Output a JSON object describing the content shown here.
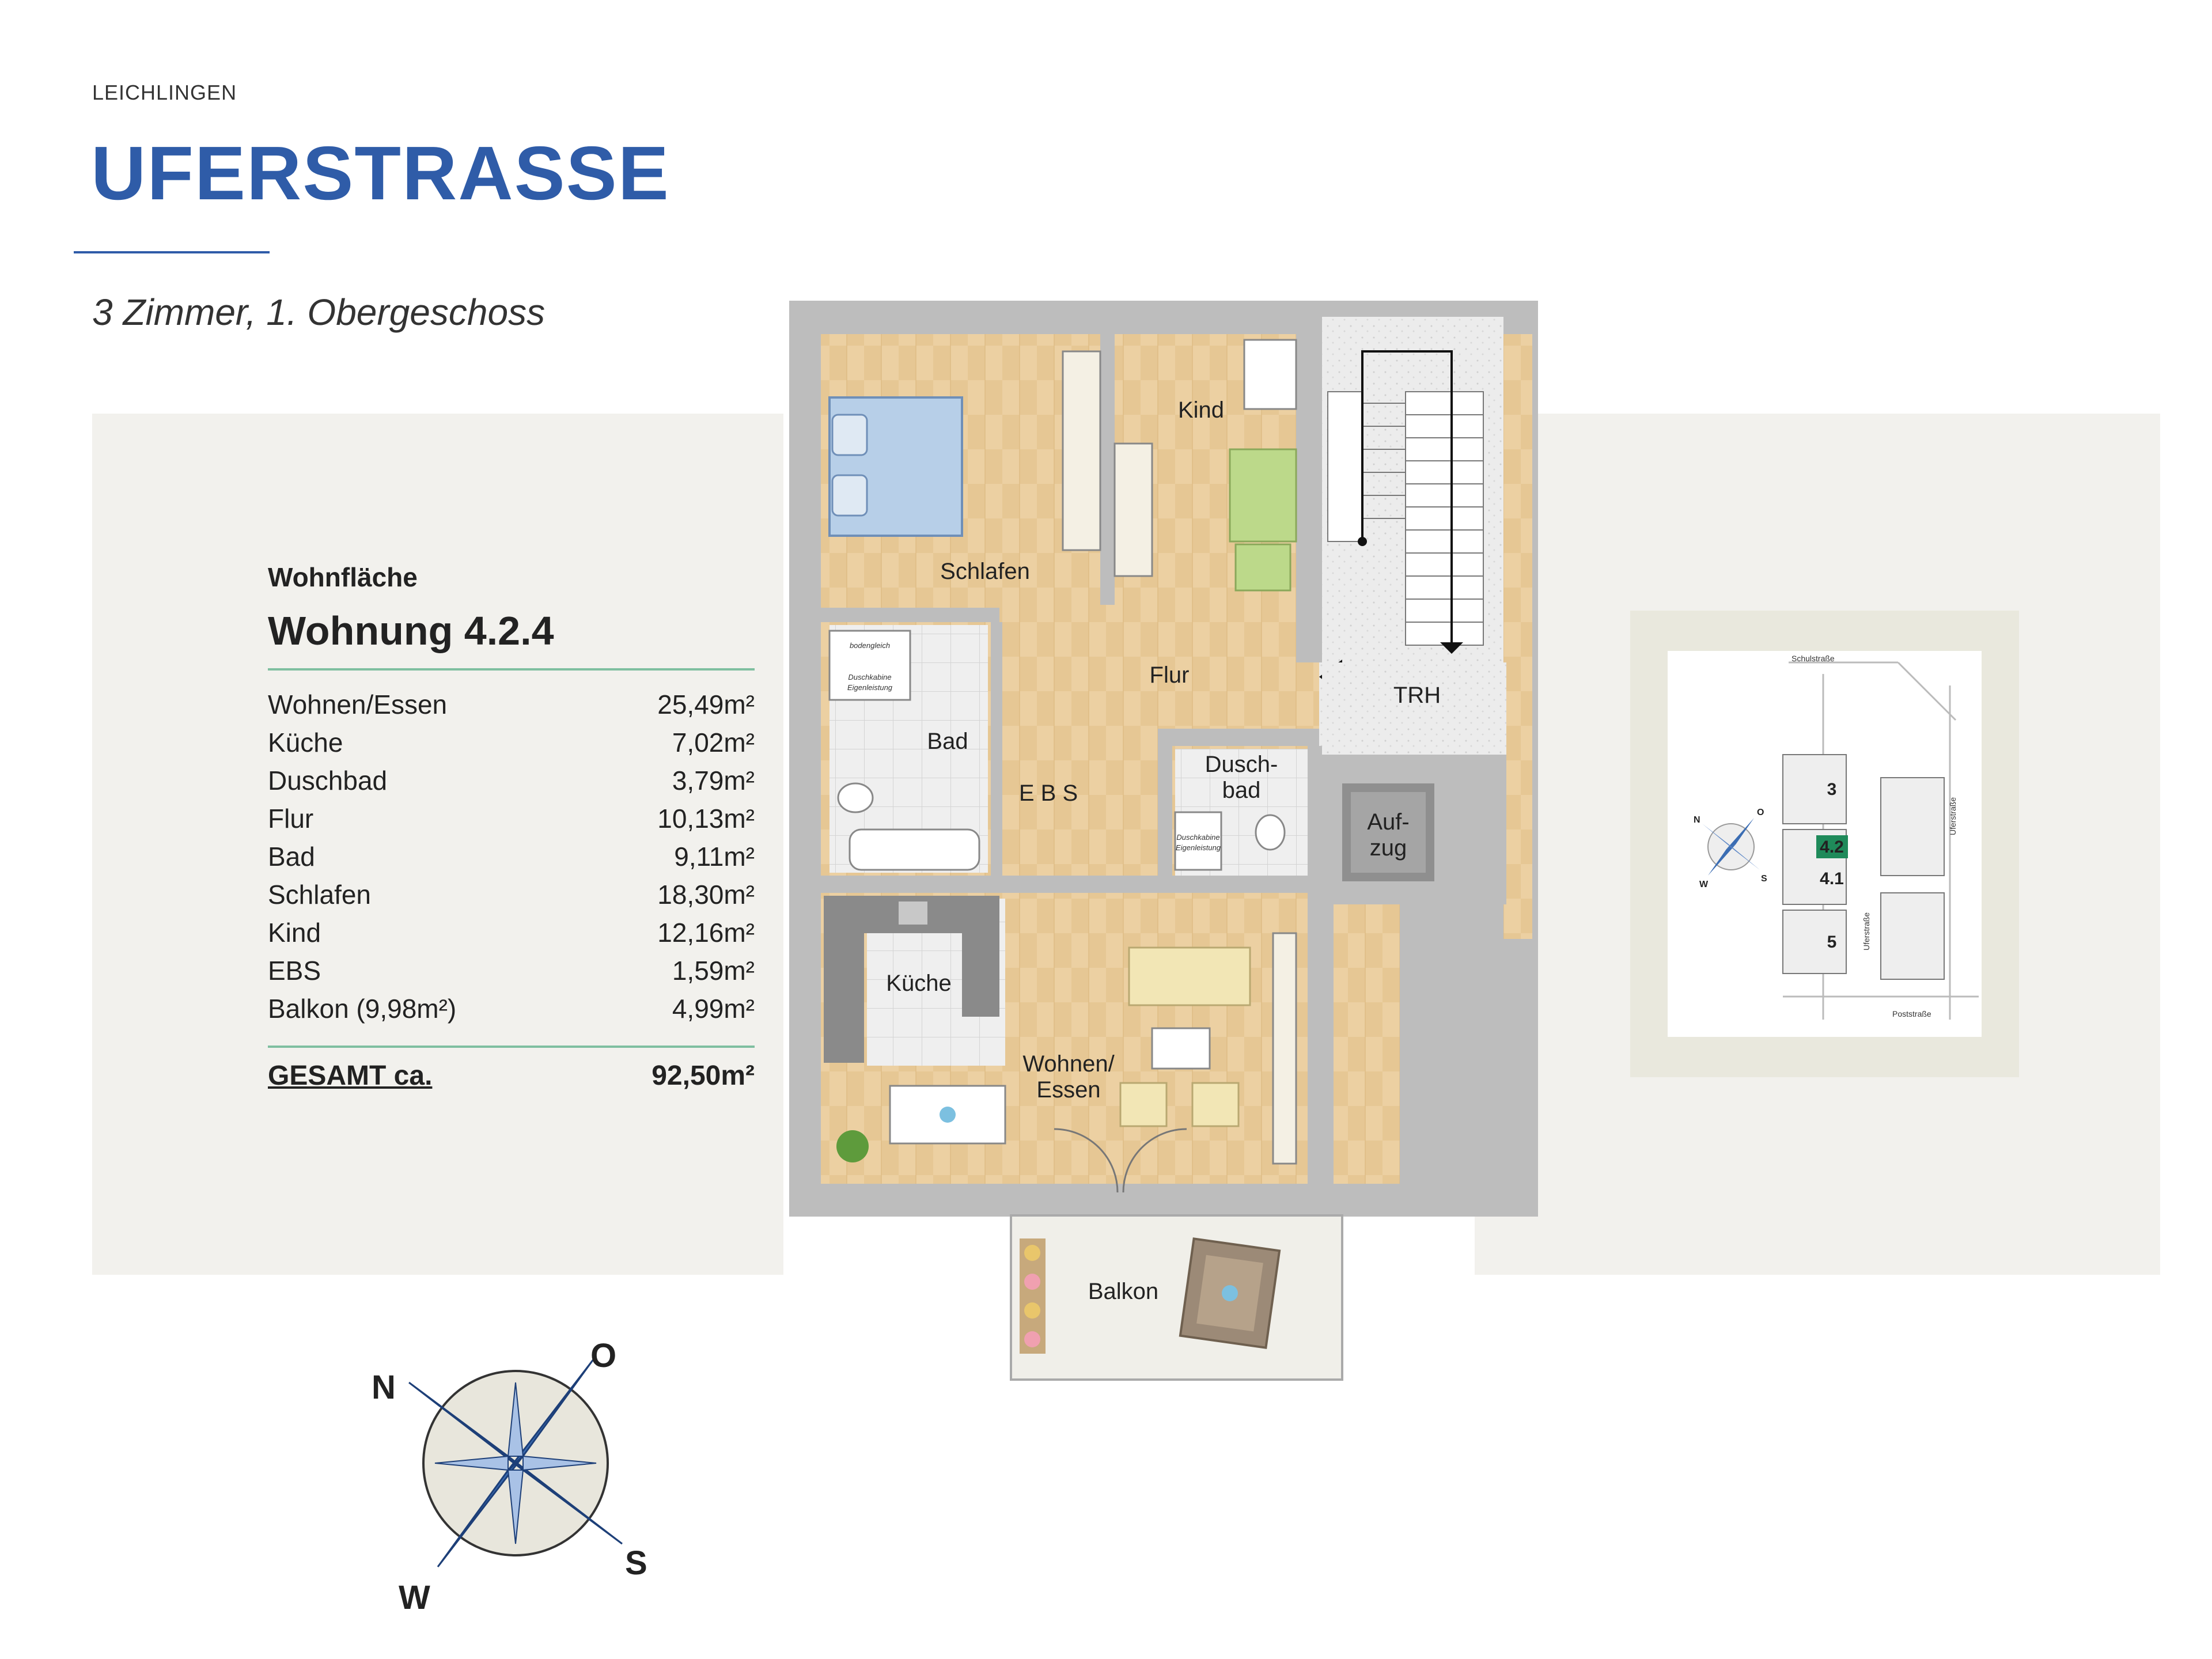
{
  "header": {
    "location": "LEICHLINGEN",
    "title": "UFERSTRASSE",
    "subtitle": "3 Zimmer, 1. Obergeschoss"
  },
  "area_panel": {
    "section_label": "Wohnfläche",
    "unit_name": "Wohnung 4.2.4",
    "rows": [
      {
        "label": "Wohnen/Essen",
        "value": "25,49m²"
      },
      {
        "label": "Küche",
        "value": "7,02m²"
      },
      {
        "label": "Duschbad",
        "value": "3,79m²"
      },
      {
        "label": "Flur",
        "value": "10,13m²"
      },
      {
        "label": "Bad",
        "value": "9,11m²"
      },
      {
        "label": "Schlafen",
        "value": "18,30m²"
      },
      {
        "label": "Kind",
        "value": "12,16m²"
      },
      {
        "label": "EBS",
        "value": "1,59m²"
      },
      {
        "label": "Balkon (9,98m²)",
        "value": "4,99m²"
      }
    ],
    "total_label": "GESAMT ca.",
    "total_value": "92,50m²"
  },
  "floor_plan": {
    "rooms": {
      "schlafen": "Schlafen",
      "kind": "Kind",
      "flur": "Flur",
      "bad": "Bad",
      "ebs": "E B S",
      "duschbad_1": "Dusch-",
      "duschbad_2": "bad",
      "kueche": "Küche",
      "wohnen_1": "Wohnen/",
      "wohnen_2": "Essen",
      "balkon": "Balkon",
      "trh": "TRH",
      "aufzug_1": "Auf-",
      "aufzug_2": "zug"
    },
    "notes": {
      "bodengleich": "bodengleich",
      "duschkabine_1": "Duschkabine",
      "duschkabine_2": "Eigenleistung"
    }
  },
  "site_map": {
    "street_top": "Schulstraße",
    "street_right": "Uferstraße",
    "street_mid": "Uferstraße",
    "street_bottom": "Poststraße",
    "building_labels": [
      "3",
      "4.2",
      "4.1",
      "5"
    ],
    "compass": {
      "n": "N",
      "o": "O",
      "s": "S",
      "w": "W"
    }
  },
  "compass": {
    "n": "N",
    "o": "O",
    "s": "S",
    "w": "W"
  },
  "colors": {
    "brand_blue": "#2f5ca8",
    "accent_green": "#7fbfa0",
    "panel_bg": "#f2f1ed",
    "wood": "#e8c99a"
  }
}
